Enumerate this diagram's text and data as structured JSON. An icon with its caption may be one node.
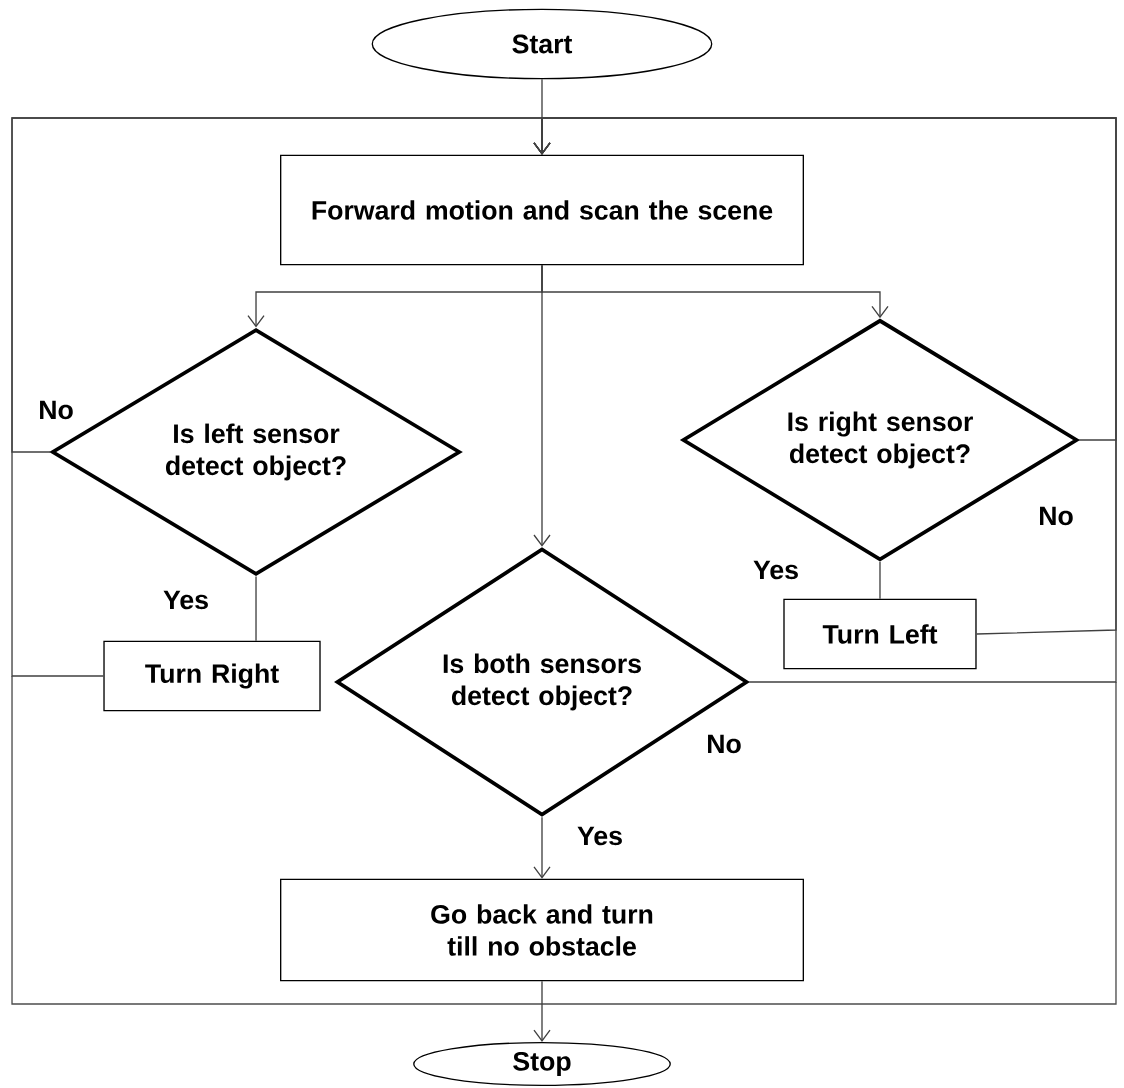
{
  "diagram": {
    "nodes": [
      {
        "text": [
          "Start"
        ]
      },
      {
        "text": [
          "Forward motion and scan the scene"
        ]
      },
      {
        "text": [
          "Is left sensor detect  object?"
        ]
      },
      {
        "text": [
          "Is right  sensor detect  object?"
        ]
      },
      {
        "text": [
          "Is both sensors detect object?"
        ]
      },
      {
        "text": [
          "Turn Right"
        ]
      },
      {
        "text": [
          "Turn Left"
        ]
      },
      {
        "text": [
          "Go back and turn till no obstacle"
        ]
      },
      {
        "text": [
          "Stop"
        ]
      }
    ],
    "edges": [
      {
        "from": 0,
        "to": 1,
        "arrow": "to"
      },
      {
        "from": 1,
        "to": 2,
        "arrow": "to"
      },
      {
        "from": 1,
        "to": 3,
        "arrow": "to"
      },
      {
        "from": 1,
        "to": 4,
        "arrow": "to"
      },
      {
        "from": 2,
        "to": 5,
        "arrow": "none",
        "label": "Yes"
      },
      {
        "from": 3,
        "to": 6,
        "arrow": "none",
        "label": "Yes"
      },
      {
        "from": 4,
        "to": 7,
        "arrow": "to",
        "label": "Yes"
      },
      {
        "from": 7,
        "to": 8,
        "arrow": "to"
      },
      {
        "from": 2,
        "to": 1,
        "arrow": "to",
        "label": "No"
      },
      {
        "from": 5,
        "to": 1,
        "arrow": "to"
      },
      {
        "from": 3,
        "to": 1,
        "arrow": "to",
        "label": "No"
      },
      {
        "from": 6,
        "to": 1,
        "arrow": "to"
      },
      {
        "from": 4,
        "to": 1,
        "arrow": "to",
        "label": "No"
      }
    ]
  }
}
